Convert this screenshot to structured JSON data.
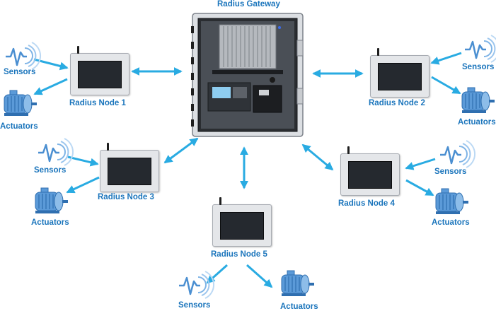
{
  "gateway": {
    "label": "Radius Gateway"
  },
  "nodes": [
    {
      "label": "Radius Node 1",
      "sensors": "Sensors",
      "actuators": "Actuators"
    },
    {
      "label": "Radius Node 2",
      "sensors": "Sensors",
      "actuators": "Actuators"
    },
    {
      "label": "Radius Node 3",
      "sensors": "Sensors",
      "actuators": "Actuators"
    },
    {
      "label": "Radius Node 4",
      "sensors": "Sensors",
      "actuators": "Actuators"
    },
    {
      "label": "Radius Node 5",
      "sensors": "Sensors",
      "actuators": "Actuators"
    }
  ],
  "colors": {
    "arrow": "#29abe2",
    "label": "#1b75bc",
    "icon": "#4b8fd1"
  },
  "icons": {
    "sensor": "wireless-sensor-icon",
    "actuator": "electric-motor-icon",
    "node": "hmi-panel-icon",
    "gateway": "enclosure-icon"
  }
}
